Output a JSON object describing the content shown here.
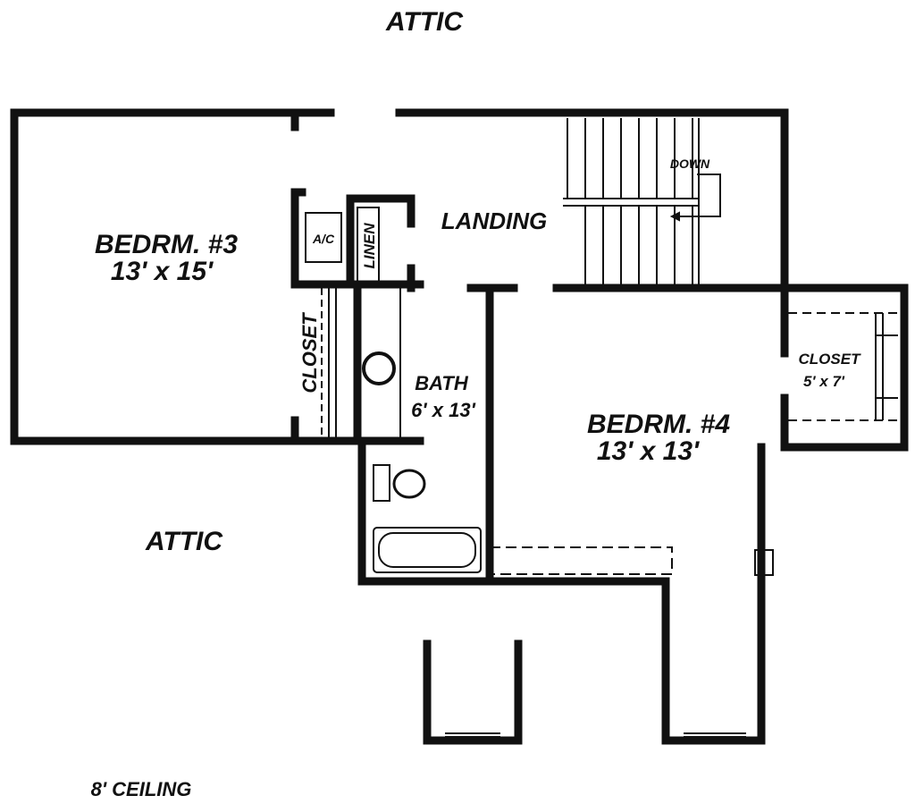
{
  "labels": {
    "attic_top": "ATTIC",
    "attic_left": "ATTIC",
    "ceiling": "8' CEILING",
    "bedroom3_name": "BEDRM. #3",
    "bedroom3_size": "13' x 15'",
    "bedroom4_name": "BEDRM. #4",
    "bedroom4_size": "13' x 13'",
    "landing": "LANDING",
    "down": "DOWN",
    "ac": "A/C",
    "linen": "LINEN",
    "closet_left": "CLOSET",
    "bath_name": "BATH",
    "bath_size": "6' x 13'",
    "closet_right_name": "CLOSET",
    "closet_right_size": "5' x 7'"
  },
  "colors": {
    "wall": "#111111",
    "background": "#ffffff"
  }
}
